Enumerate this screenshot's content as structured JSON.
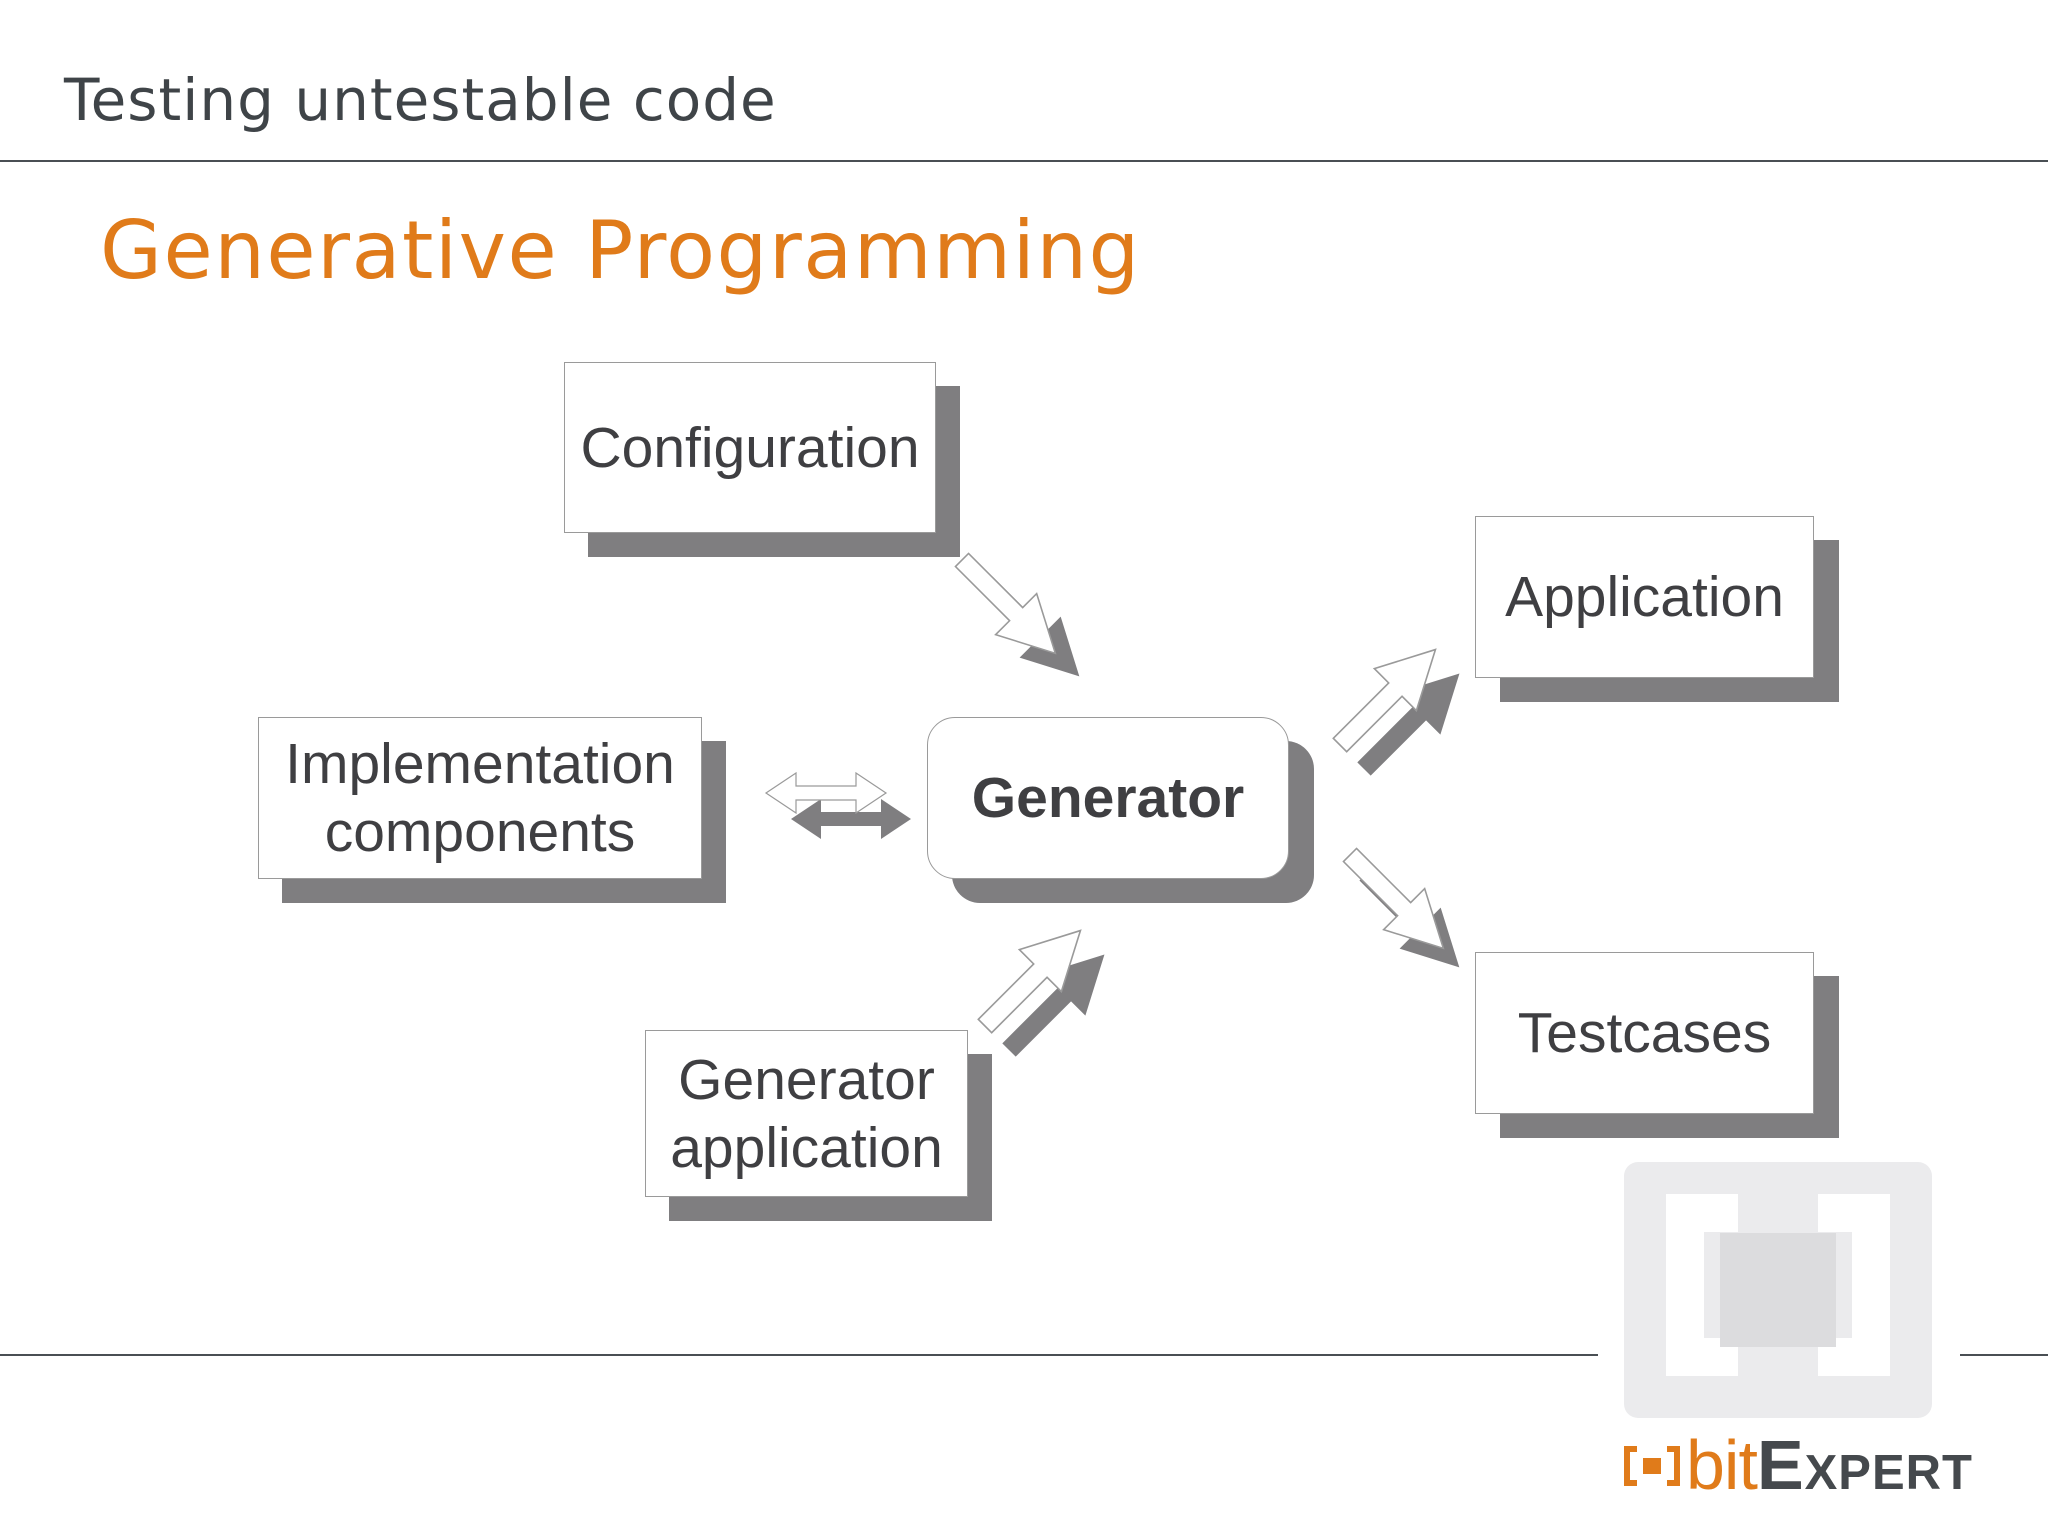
{
  "header": {
    "title": "Testing untestable code"
  },
  "slide": {
    "title": "Generative Programming"
  },
  "diagram": {
    "configuration": "Configuration",
    "implementation_line1": "Implementation",
    "implementation_line2": "components",
    "generator": "Generator",
    "generator_app_line1": "Generator",
    "generator_app_line2": "application",
    "application": "Application",
    "testcases": "Testcases"
  },
  "logo": {
    "bit": "bit",
    "expert": "Expert"
  },
  "colors": {
    "accent": "#e07b1a",
    "text_dark": "#3f4448",
    "shadow": "#7f7e80",
    "logo_gray": "#ebebed"
  }
}
